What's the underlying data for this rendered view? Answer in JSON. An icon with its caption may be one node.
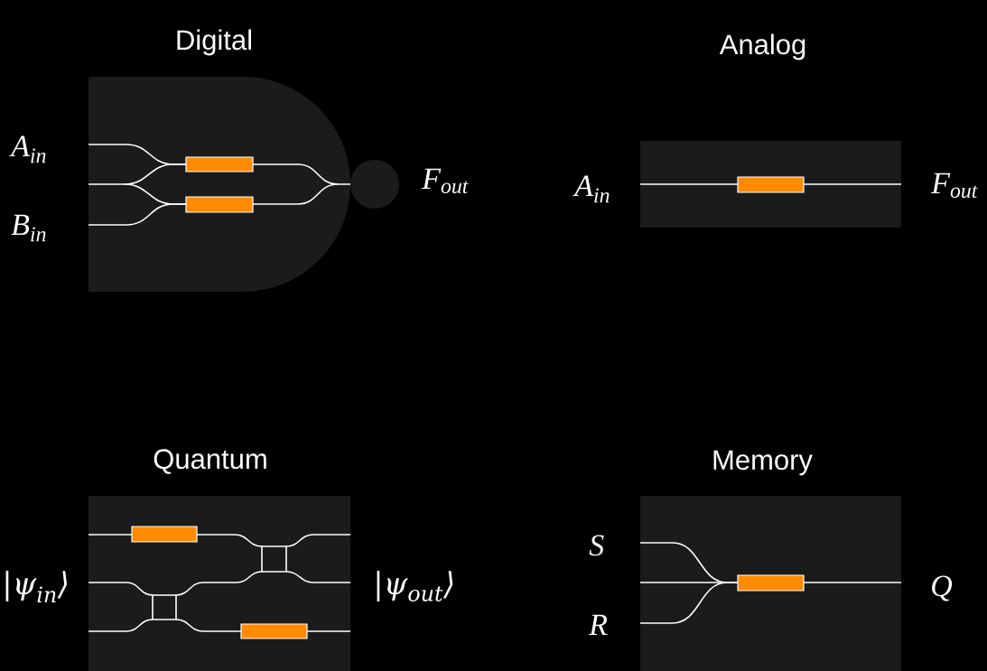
{
  "diagram": {
    "nodes": [
      {
        "text": [
          "Digital"
        ],
        "beside": [
          "A$_{in}$",
          "B$_{in}$",
          "F$_{out}$"
        ]
      },
      {
        "text": [
          "Analog"
        ],
        "beside": [
          "A$_{in}$",
          "F$_{out}$"
        ]
      },
      {
        "text": [
          "Quantum"
        ],
        "beside": [
          "|ψ$_{in}$⟩",
          "|ψ$_{out}$⟩"
        ]
      },
      {
        "text": [
          "Memory"
        ],
        "beside": [
          "S",
          "R",
          "Q"
        ]
      }
    ]
  }
}
